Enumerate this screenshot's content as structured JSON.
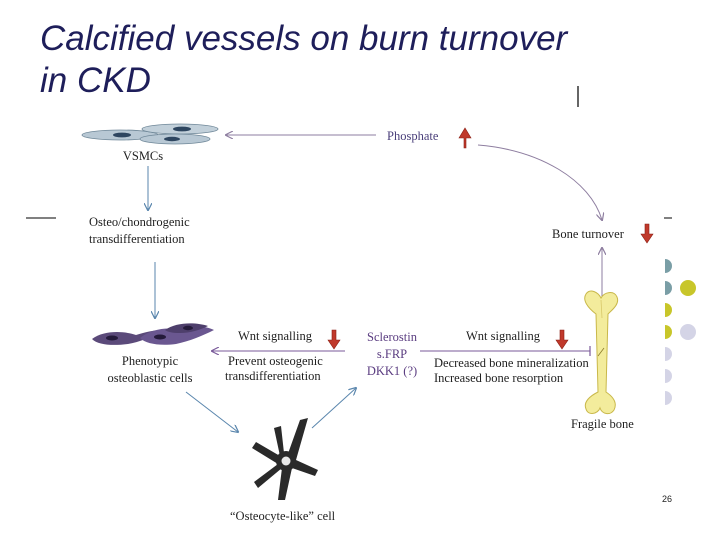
{
  "slide": {
    "title_line1": "Calcified vessels on burn turnover",
    "title_line2": "in CKD",
    "page_number": "26"
  },
  "diagram": {
    "phosphate": "Phosphate",
    "vsmcs": "VSMCs",
    "osteo_line1": "Osteo/chondrogenic",
    "osteo_line2": "transdifferentiation",
    "bone_turnover": "Bone turnover",
    "wnt_left": "Wnt signalling",
    "wnt_right": "Wnt signalling",
    "prevent_line1": "Prevent osteogenic",
    "prevent_line2": "transdifferentiation",
    "sclerostin": "Sclerostin",
    "sfrp": "s.FRP",
    "dkk1": "DKK1 (?)",
    "decreased": "Decreased bone mineralization",
    "increased": "Increased bone resorption",
    "phenotypic_line1": "Phenotypic",
    "phenotypic_line2": "osteoblastic cells",
    "fragile_bone": "Fragile bone",
    "osteocyte": "“Osteocyte-like” cell"
  },
  "colors": {
    "title": "#1e1e5a",
    "up_arrow": "#c0392b",
    "down_arrow": "#c0392b",
    "vsmc_cell": "#b8c8d4",
    "osteoblast_cell": "#5b4a7a",
    "bone": "#f3ec9c",
    "deco_teal": "#7a9ea6",
    "deco_olive": "#c8c62a",
    "deco_lavender": "#d4d4e6"
  },
  "icons": {
    "up": "red-up-arrow-icon",
    "down": "red-down-arrow-icon"
  }
}
